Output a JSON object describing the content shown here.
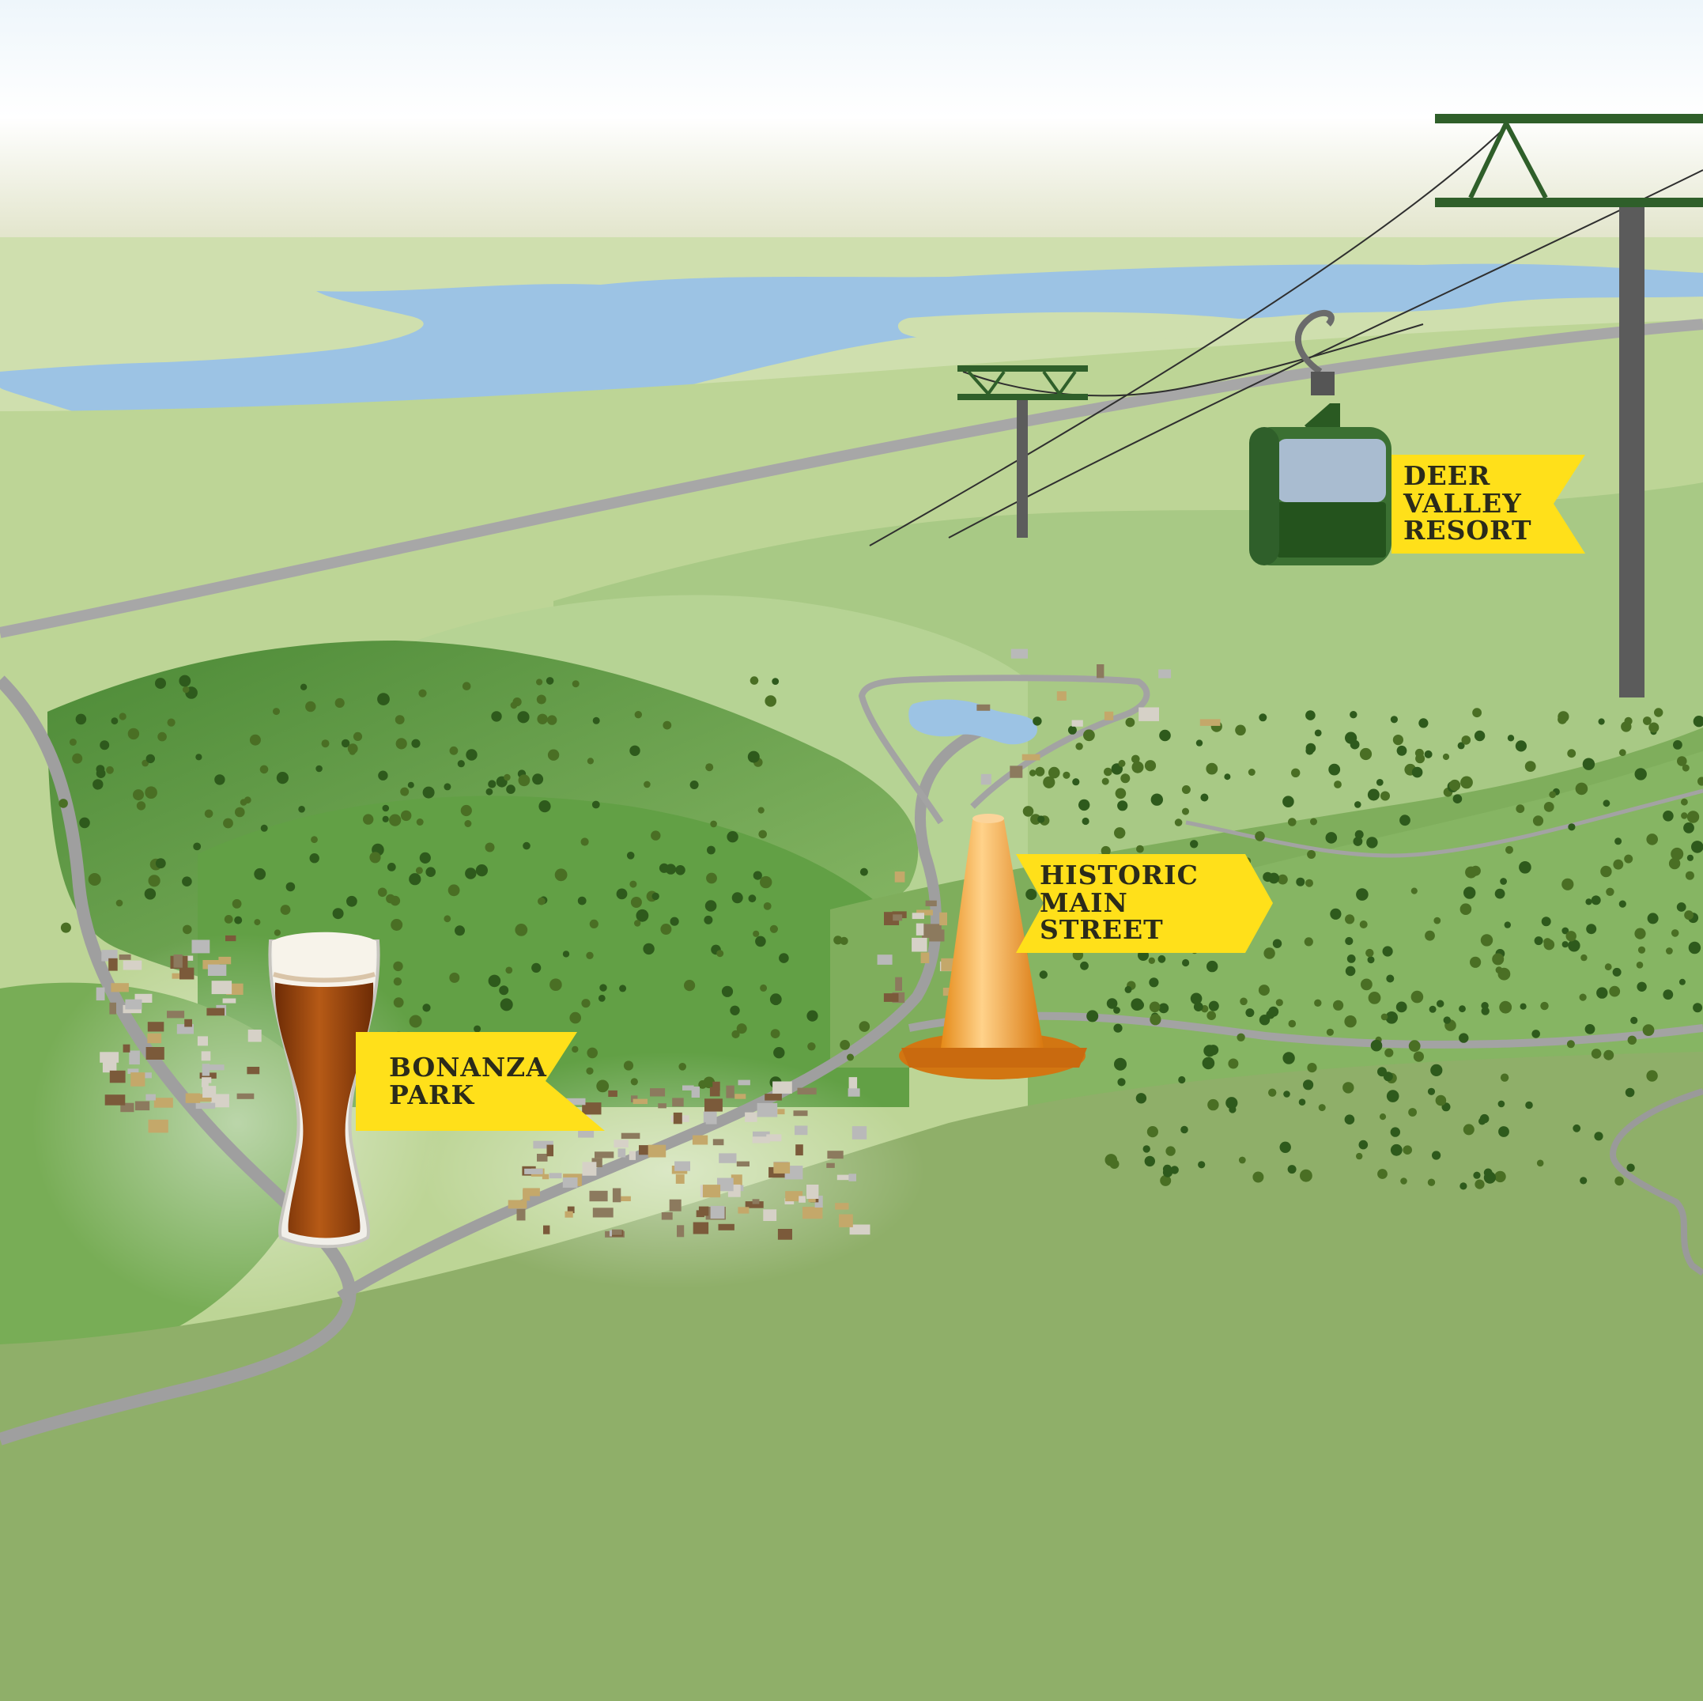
{
  "map": {
    "landmarks": [
      {
        "id": "deer-valley",
        "label": "DEER\nVALLEY\nRESORT",
        "icon": "gondola-icon"
      },
      {
        "id": "main-street",
        "label": "HISTORIC\nMAIN\nSTREET",
        "icon": "traffic-cone-icon"
      },
      {
        "id": "bonanza-park",
        "label": "BONANZA\nPARK",
        "icon": "beer-glass-icon"
      }
    ]
  },
  "colors": {
    "sky_top": "#ffffff",
    "sky_horizon": "#e7e0cc",
    "far_plain": "#c9dba6",
    "lake": "#9cc3e4",
    "hill_light": "#a9c98a",
    "hill_dark": "#4f8a37",
    "valley": "#8fb26a",
    "road": "#a8a8a8",
    "flag_yellow": "#ffe01a",
    "gondola_green": "#2f6a2b",
    "tower_gray": "#5b5b5b",
    "cone_orange": "#f2a131",
    "beer_amber": "#9a4a12"
  }
}
